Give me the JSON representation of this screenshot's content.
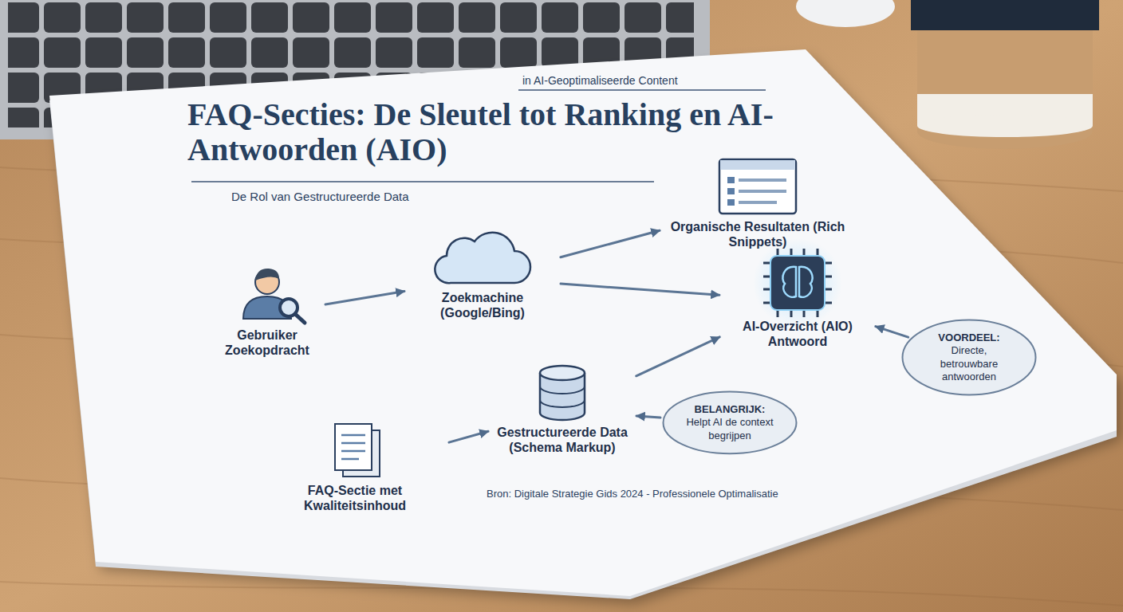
{
  "diagram": {
    "title": "FAQ-Secties: De Sleutel tot Ranking en AI-Antwoorden (AIO)",
    "nodes": [
      {
        "text": [
          "Gebruiker Zoekopdracht"
        ]
      },
      {
        "text": [
          "Zoekmachine (Google/Bing)"
        ]
      },
      {
        "text": [
          "Organische Resultaten (Rich Snippets)"
        ]
      },
      {
        "text": [
          "AI-Overzicht (AIO) Antwoord"
        ]
      },
      {
        "text": [
          "FAQ-Sectie met Kwaliteitsinhoud"
        ]
      },
      {
        "text": [
          "Gestructureerde Data (Schema Markup)"
        ]
      },
      {
        "text": [
          "BELANGRIJK:",
          "Helpt AI de context begrijpen"
        ]
      },
      {
        "text": [
          "VOORDEEL:",
          "Directe, betrouwbare antwoorden"
        ]
      }
    ],
    "edges": [
      {
        "from": 0,
        "to": 1,
        "arrow": "to"
      },
      {
        "from": 1,
        "to": 2,
        "arrow": "to"
      },
      {
        "from": 1,
        "to": 3,
        "arrow": "to"
      },
      {
        "from": 4,
        "to": 5,
        "arrow": "to"
      },
      {
        "from": 5,
        "to": 3,
        "arrow": "to"
      },
      {
        "from": 6,
        "to": 5,
        "arrow": "to"
      },
      {
        "from": 7,
        "to": 3,
        "arrow": "to"
      }
    ],
    "labels": [
      "in AI-Geoptimaliseerde Content",
      "De Rol van Gestructureerde Data",
      "Bron: Digitale Strategie Gids 2024 - Professionele Optimalisatie"
    ]
  }
}
